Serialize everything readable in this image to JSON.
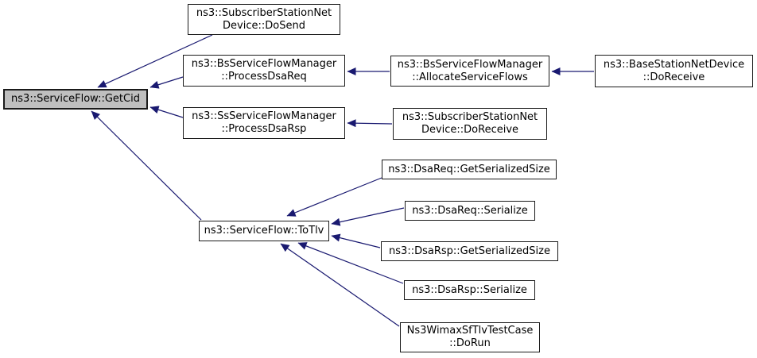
{
  "diagram": {
    "type": "call-graph",
    "colors": {
      "edge": "#191970",
      "node_fill": "#ffffff",
      "main_node_fill": "#bfbfbf",
      "node_border": "#1a1a1a",
      "text": "#000000",
      "background": "#ffffff"
    },
    "nodes": [
      {
        "id": "getcid",
        "label": "ns3::ServiceFlow::GetCid",
        "highlighted": true
      },
      {
        "id": "ss-dosend",
        "label": "ns3::SubscriberStationNet\nDevice::DoSend"
      },
      {
        "id": "bs-process-dsa-req",
        "label": "ns3::BsServiceFlowManager\n::ProcessDsaReq"
      },
      {
        "id": "ss-process-dsa-rsp",
        "label": "ns3::SsServiceFlowManager\n::ProcessDsaRsp"
      },
      {
        "id": "bs-allocate-service-flows",
        "label": "ns3::BsServiceFlowManager\n::AllocateServiceFlows"
      },
      {
        "id": "bs-do-receive",
        "label": "ns3::BaseStationNetDevice\n::DoReceive"
      },
      {
        "id": "ss-do-receive",
        "label": "ns3::SubscriberStationNet\nDevice::DoReceive"
      },
      {
        "id": "totlv",
        "label": "ns3::ServiceFlow::ToTlv"
      },
      {
        "id": "dsareq-get-serialized-size",
        "label": "ns3::DsaReq::GetSerializedSize"
      },
      {
        "id": "dsareq-serialize",
        "label": "ns3::DsaReq::Serialize"
      },
      {
        "id": "dsarsp-get-serialized-size",
        "label": "ns3::DsaRsp::GetSerializedSize"
      },
      {
        "id": "dsarsp-serialize",
        "label": "ns3::DsaRsp::Serialize"
      },
      {
        "id": "dorun",
        "label": "Ns3WimaxSfTlvTestCase\n::DoRun"
      }
    ],
    "edges": [
      {
        "from": "ss-dosend",
        "to": "getcid"
      },
      {
        "from": "bs-process-dsa-req",
        "to": "getcid"
      },
      {
        "from": "ss-process-dsa-rsp",
        "to": "getcid"
      },
      {
        "from": "totlv",
        "to": "getcid"
      },
      {
        "from": "bs-allocate-service-flows",
        "to": "bs-process-dsa-req"
      },
      {
        "from": "bs-do-receive",
        "to": "bs-allocate-service-flows"
      },
      {
        "from": "ss-do-receive",
        "to": "ss-process-dsa-rsp"
      },
      {
        "from": "dsareq-get-serialized-size",
        "to": "totlv"
      },
      {
        "from": "dsareq-serialize",
        "to": "totlv"
      },
      {
        "from": "dsarsp-get-serialized-size",
        "to": "totlv"
      },
      {
        "from": "dsarsp-serialize",
        "to": "totlv"
      },
      {
        "from": "dorun",
        "to": "totlv"
      }
    ]
  }
}
